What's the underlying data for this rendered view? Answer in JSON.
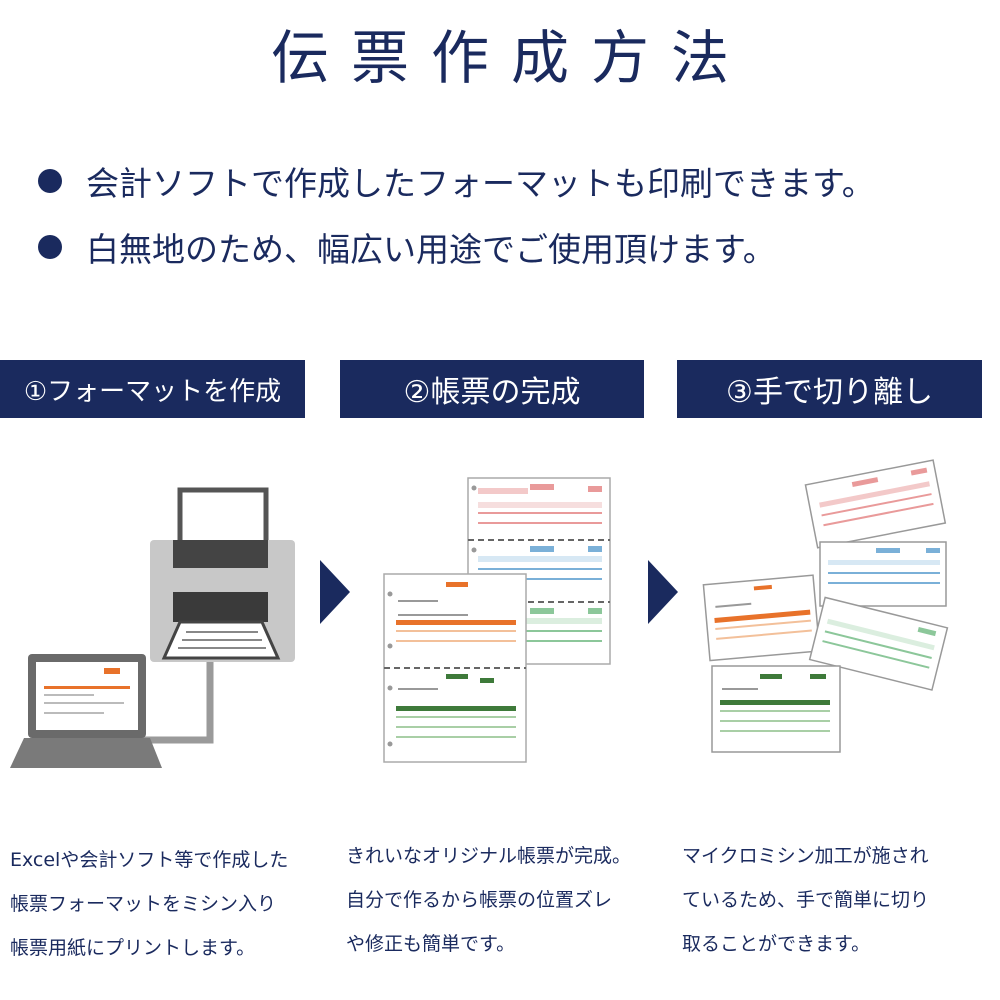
{
  "title": "伝票作成方法",
  "bullets": [
    "会計ソフトで作成したフォーマットも印刷できます。",
    "白無地のため、幅広い用途でご使用頂けます。"
  ],
  "steps": [
    {
      "header": "①フォーマットを作成",
      "caption": [
        "Excelや会計ソフト等で作成した",
        "帳票フォーマットをミシン入り",
        "帳票用紙にプリントします。"
      ]
    },
    {
      "header": "②帳票の完成",
      "caption": [
        "きれいなオリジナル帳票が完成。",
        "自分で作るから帳票の位置ズレ",
        "や修正も簡単です。"
      ]
    },
    {
      "header": "③手で切り離し",
      "caption": [
        "マイクロミシン加工が施され",
        "ているため、手で簡単に切り",
        "取ることができます。"
      ]
    }
  ],
  "colors": {
    "navy": "#1a2a5e",
    "form_red": "#e99a9a",
    "form_blue": "#7ab0d8",
    "form_green": "#8cc79a",
    "form_orange": "#e8722a",
    "form_darkgreen": "#3e7a3a"
  },
  "icons": [
    "printer-icon",
    "laptop-icon",
    "arrow-right-icon",
    "form-sheet-icon"
  ]
}
